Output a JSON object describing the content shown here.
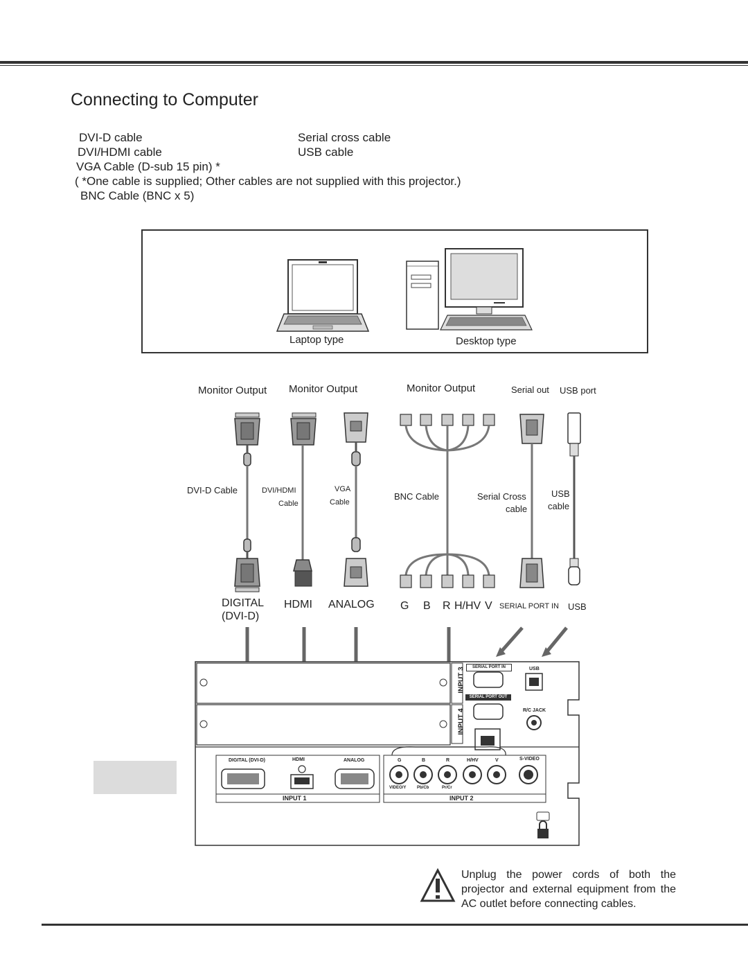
{
  "page": {
    "title": "Connecting to Computer"
  },
  "cables": {
    "dvi_d": "DVI-D cable",
    "serial_cross": "Serial cross cable",
    "dvi_hdmi": "DVI/HDMI cable",
    "usb": "USB cable",
    "vga": "VGA Cable (D-sub 15 pin) *",
    "note": "( *One cable is supplied; Other cables are not supplied with this projector.)",
    "bnc": "BNC Cable (BNC x 5)"
  },
  "computers": {
    "laptop": "Laptop type",
    "desktop": "Desktop type"
  },
  "outputs": {
    "monitor_output_1": "Monitor Output",
    "monitor_output_2": "Monitor Output",
    "monitor_output_3": "Monitor Output",
    "serial_out": "Serial out",
    "usb_port": "USB port"
  },
  "cable_labels": {
    "dvi_d": "DVI-D Cable",
    "dvi_hdmi_1": "DVI/HDMI",
    "dvi_hdmi_2": "Cable",
    "vga_1": "VGA",
    "vga_2": "Cable",
    "bnc": "BNC Cable",
    "serial_1": "Serial Cross",
    "serial_2": "cable",
    "usb_1": "USB",
    "usb_2": "cable"
  },
  "ports": {
    "digital_1": "DIGITAL",
    "digital_2": "(DVI-D)",
    "hdmi": "HDMI",
    "analog": "ANALOG",
    "g": "G",
    "b": "B",
    "r": "R",
    "hhv": "H/HV",
    "v": "V",
    "serial_port_in": "SERIAL PORT IN",
    "usb": "USB"
  },
  "panel": {
    "input3": "INPUT 3",
    "input4": "INPUT 4",
    "serial_port_in": "SERIAL PORT IN",
    "serial_port_out": "SERIAL PORT OUT",
    "usb": "USB",
    "rc_jack": "R/C JACK",
    "digital": "DIGITAL (DVI-D)",
    "analog": "ANALOG",
    "input1": "INPUT 1",
    "input2": "INPUT 2",
    "g": "G",
    "b": "B",
    "r": "R",
    "hhv": "H/HV",
    "v": "V",
    "svideo": "S-VIDEO",
    "video_y": "VIDEO/Y",
    "pb_cb": "Pb/Cb",
    "pr_cr": "Pr/Cr"
  },
  "warning": {
    "text": "Unplug the power cords of both the projector and external equipment from the AC outlet before connecting cables."
  }
}
